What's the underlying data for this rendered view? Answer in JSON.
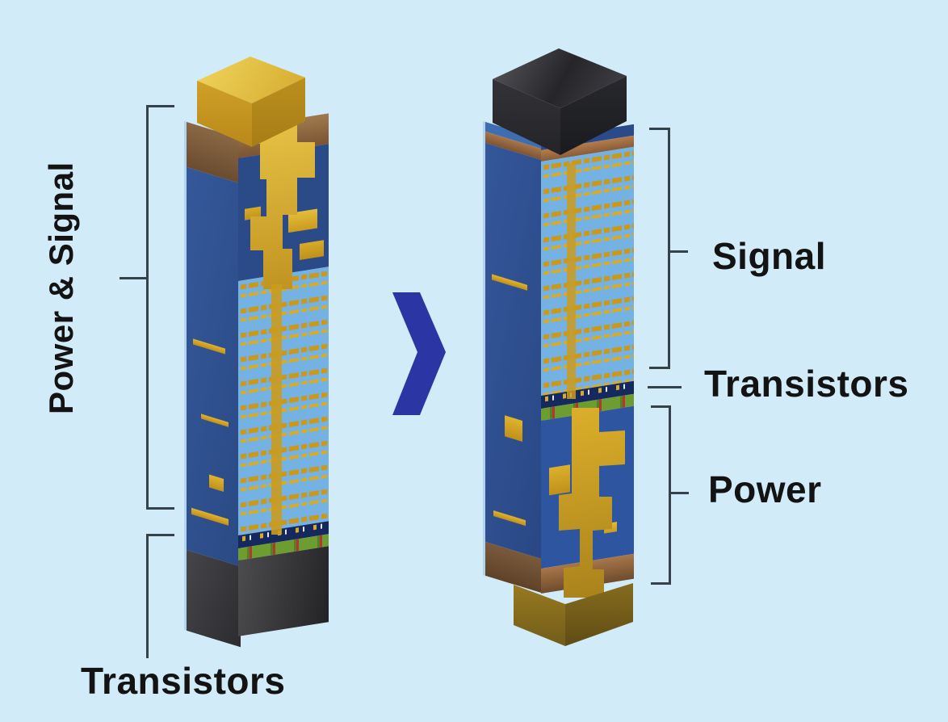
{
  "figure": {
    "arrow_icon": "chevron-right-icon"
  },
  "palette": {
    "background": "#d2ebf9",
    "chevron_blue": "#2c35a4",
    "bracket_line": "#36424a",
    "label_text": "#131313",
    "gold_interconnect": "#d2a422",
    "copper_band": "#8a6847",
    "signal_light_blue": "#74b2e4",
    "power_blue": "#2e55a0",
    "navy_face": "#2d4e8c",
    "substrate_gray": "#3e3e40",
    "transistor_green": "#6d9c31",
    "via_red": "#b0392f"
  },
  "left_chip": {
    "power_signal_label": "Power & Signal",
    "transistors_label": "Transistors"
  },
  "right_chip": {
    "signal_label": "Signal",
    "transistors_label": "Transistors",
    "power_label": "Power"
  }
}
